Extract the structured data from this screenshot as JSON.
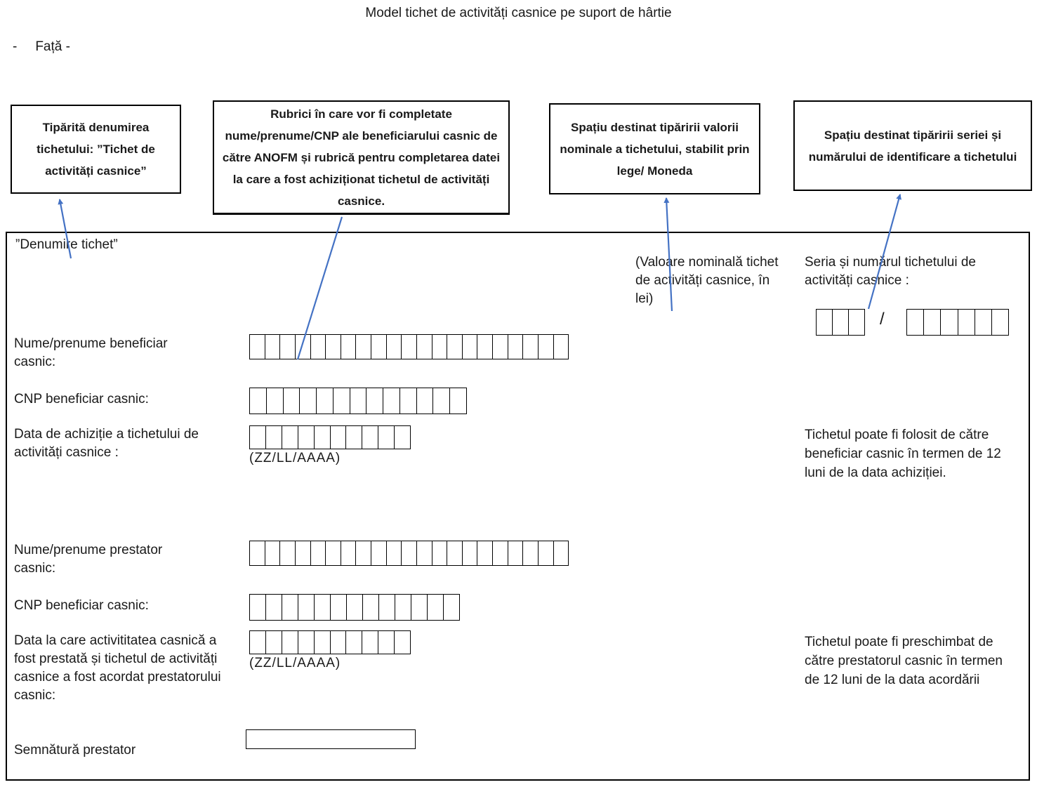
{
  "page": {
    "title": "Model tichet de activități casnice pe suport de hârtie",
    "side_dash": "-",
    "side_text": "Față -"
  },
  "annotations": [
    {
      "text": "Tipărită denumirea tichetului: ”Tichet de activități casnice”"
    },
    {
      "text": "Rubrici în care vor fi completate nume/prenume/CNP ale beneficiarului casnic de către ANOFM și rubrică pentru completarea datei la care a fost achiziționat tichetul de activități casnice."
    },
    {
      "text": "Spațiu destinat tipăririi valorii nominale a tichetului, stabilit prin lege/ Moneda"
    },
    {
      "text": "Spațiu destinat tipăririi seriei și numărului de identificare a tichetului"
    }
  ],
  "form": {
    "ticket_name": "”Denumire tichet”",
    "nominal_value_note": "(Valoare nominală tichet de activități casnice, în lei)",
    "series": {
      "label": "Seria și numărul tichetului de activități casnice :",
      "separator": "/",
      "series_cells": 3,
      "number_cells": 6
    },
    "fields": {
      "beneficiary_name": {
        "label": "Nume/prenume beneficiar casnic:",
        "cells": 21
      },
      "beneficiary_cnp": {
        "label": "CNP beneficiar casnic:",
        "cells": 13
      },
      "purchase_date": {
        "label": "Data de achiziție a tichetului de activități casnice :",
        "cells": 10,
        "format_hint": "(ZZ/LL/AAAA)"
      },
      "provider_name": {
        "label": "Nume/prenume prestator casnic:",
        "cells": 21
      },
      "provider_cnp": {
        "label": "CNP beneficiar casnic:",
        "cells": 13
      },
      "service_date": {
        "label": "Data la care activititatea casnică a fost prestată și tichetul de activități casnice a fost acordat prestatorului casnic:",
        "cells": 10,
        "format_hint": "(ZZ/LL/AAAA)"
      },
      "signature": {
        "label": "Semnătură prestator"
      }
    },
    "notes": {
      "beneficiary_validity": "Tichetul poate fi folosit de către beneficiar casnic în termen de 12 luni de la data achiziției.",
      "provider_validity": "Tichetul poate fi preschimbat de către prestatorul casnic în termen de 12 luni de la data acordării"
    }
  },
  "colors": {
    "arrow_blue": "#4472C4",
    "border_black": "#000000"
  }
}
